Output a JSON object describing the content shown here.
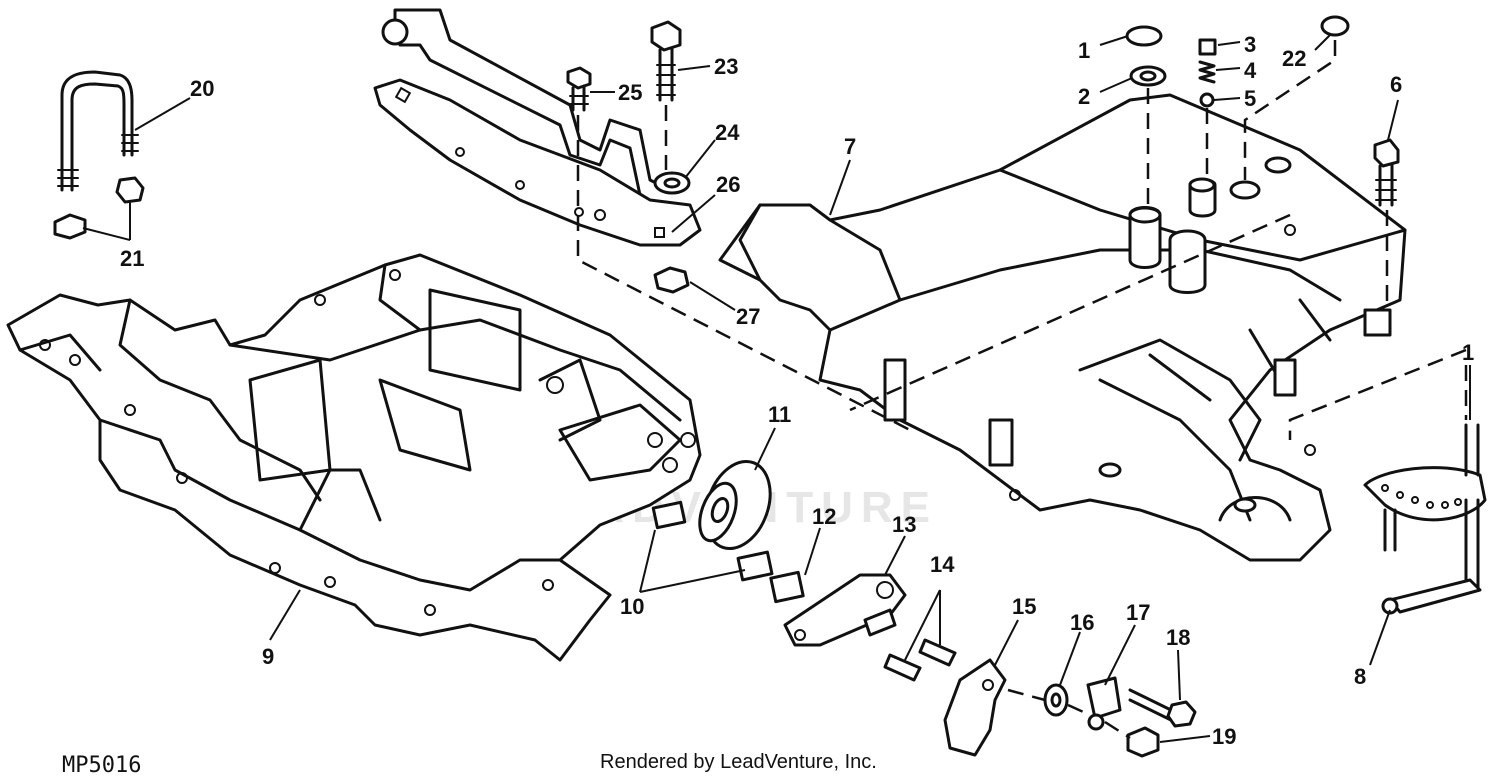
{
  "diagram": {
    "code": "MP5016",
    "credit": "Rendered by LeadVenture, Inc.",
    "watermark": "LEADVENTURE",
    "callouts": [
      {
        "id": "c1a",
        "label": "1"
      },
      {
        "id": "c2",
        "label": "2"
      },
      {
        "id": "c3",
        "label": "3"
      },
      {
        "id": "c4",
        "label": "4"
      },
      {
        "id": "c5",
        "label": "5"
      },
      {
        "id": "c22",
        "label": "22"
      },
      {
        "id": "c6",
        "label": "6"
      },
      {
        "id": "c7",
        "label": "7"
      },
      {
        "id": "c1b",
        "label": "1"
      },
      {
        "id": "c8",
        "label": "8"
      },
      {
        "id": "c9",
        "label": "9"
      },
      {
        "id": "c10",
        "label": "10"
      },
      {
        "id": "c11",
        "label": "11"
      },
      {
        "id": "c12",
        "label": "12"
      },
      {
        "id": "c13",
        "label": "13"
      },
      {
        "id": "c14",
        "label": "14"
      },
      {
        "id": "c15",
        "label": "15"
      },
      {
        "id": "c16",
        "label": "16"
      },
      {
        "id": "c17",
        "label": "17"
      },
      {
        "id": "c18",
        "label": "18"
      },
      {
        "id": "c19",
        "label": "19"
      },
      {
        "id": "c20",
        "label": "20"
      },
      {
        "id": "c21",
        "label": "21"
      },
      {
        "id": "c23",
        "label": "23"
      },
      {
        "id": "c24",
        "label": "24"
      },
      {
        "id": "c25",
        "label": "25"
      },
      {
        "id": "c26",
        "label": "26"
      },
      {
        "id": "c27",
        "label": "27"
      }
    ]
  }
}
